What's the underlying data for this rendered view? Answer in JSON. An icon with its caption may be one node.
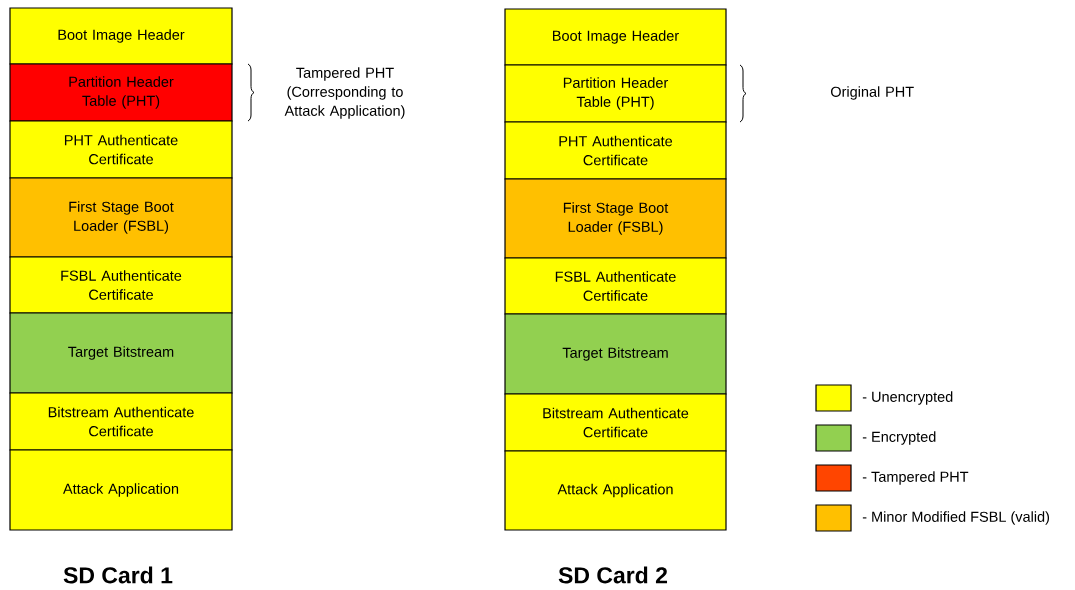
{
  "diagram": {
    "nodes": [
      {
        "text": [
          "Boot Image Header"
        ]
      },
      {
        "text": [
          "Partition Header Table (PHT)"
        ]
      },
      {
        "text": [
          "PHT Authenticate Certificate"
        ]
      },
      {
        "text": [
          "First Stage Boot Loader (FSBL)"
        ]
      },
      {
        "text": [
          "FSBL Authenticate Certificate"
        ]
      },
      {
        "text": [
          "Target Bitstream"
        ]
      },
      {
        "text": [
          "Bitstream Authenticate Certificate"
        ]
      },
      {
        "text": [
          "Attack Application"
        ]
      },
      {
        "text": [
          "Boot Image Header"
        ]
      },
      {
        "text": [
          "Partition Header Table (PHT)"
        ]
      },
      {
        "text": [
          "PHT Authenticate Certificate"
        ]
      },
      {
        "text": [
          "First Stage Boot Loader (FSBL)"
        ]
      },
      {
        "text": [
          "FSBL Authenticate Certificate"
        ]
      },
      {
        "text": [
          "Target Bitstream"
        ]
      },
      {
        "text": [
          "Bitstream Authenticate Certificate"
        ]
      },
      {
        "text": [
          "Attack Application"
        ]
      }
    ],
    "labels": [
      "Tampered PHT (Corresponding to Attack Application)",
      "Original PHT",
      "SD Card 1",
      "SD Card 2"
    ],
    "legend": [
      {
        "text": "- Unencrypted",
        "color": "#ffff00"
      },
      {
        "text": "- Encrypted",
        "color": "#92d050"
      },
      {
        "text": "- Tampered PHT",
        "color": "#ff4500"
      },
      {
        "text": "- Minor Modified FSBL (valid)",
        "color": "#ffc000"
      }
    ]
  }
}
